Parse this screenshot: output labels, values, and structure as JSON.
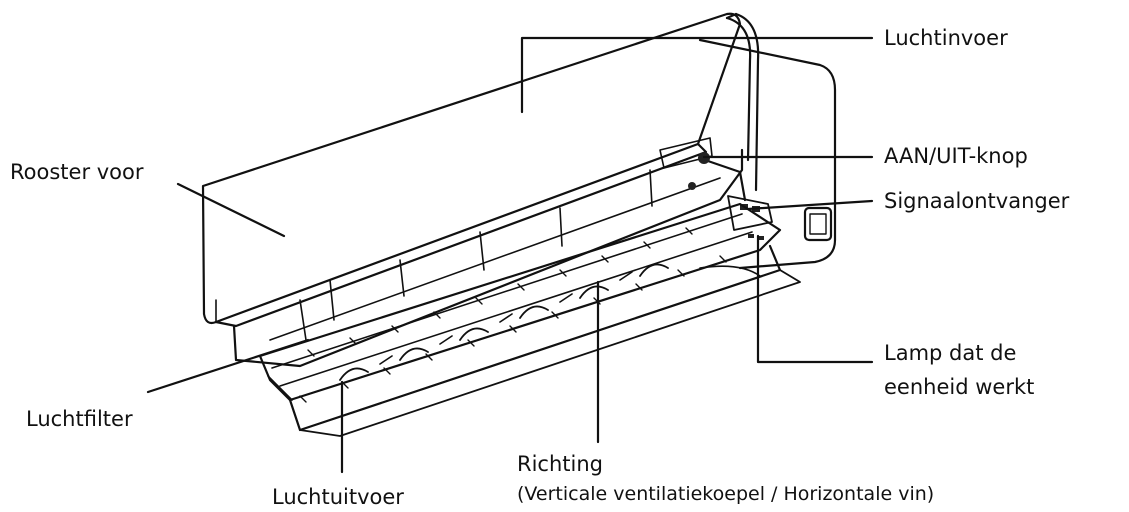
{
  "diagram": {
    "labels": {
      "air_inlet": "Luchtinvoer",
      "on_off_button": "AAN/UIT-knop",
      "signal_receiver": "Signaalontvanger",
      "front_grille": "Rooster voor",
      "operation_lamp_line1": "Lamp dat de",
      "operation_lamp_line2": "eenheid werkt",
      "air_filter": "Luchtfilter",
      "air_outlet": "Luchtuitvoer",
      "direction_line1": "Richting",
      "direction_line2": "(Verticale ventilatiekoepel / Horizontale vin)"
    },
    "colors": {
      "line": "#111111",
      "background": "#ffffff"
    }
  }
}
